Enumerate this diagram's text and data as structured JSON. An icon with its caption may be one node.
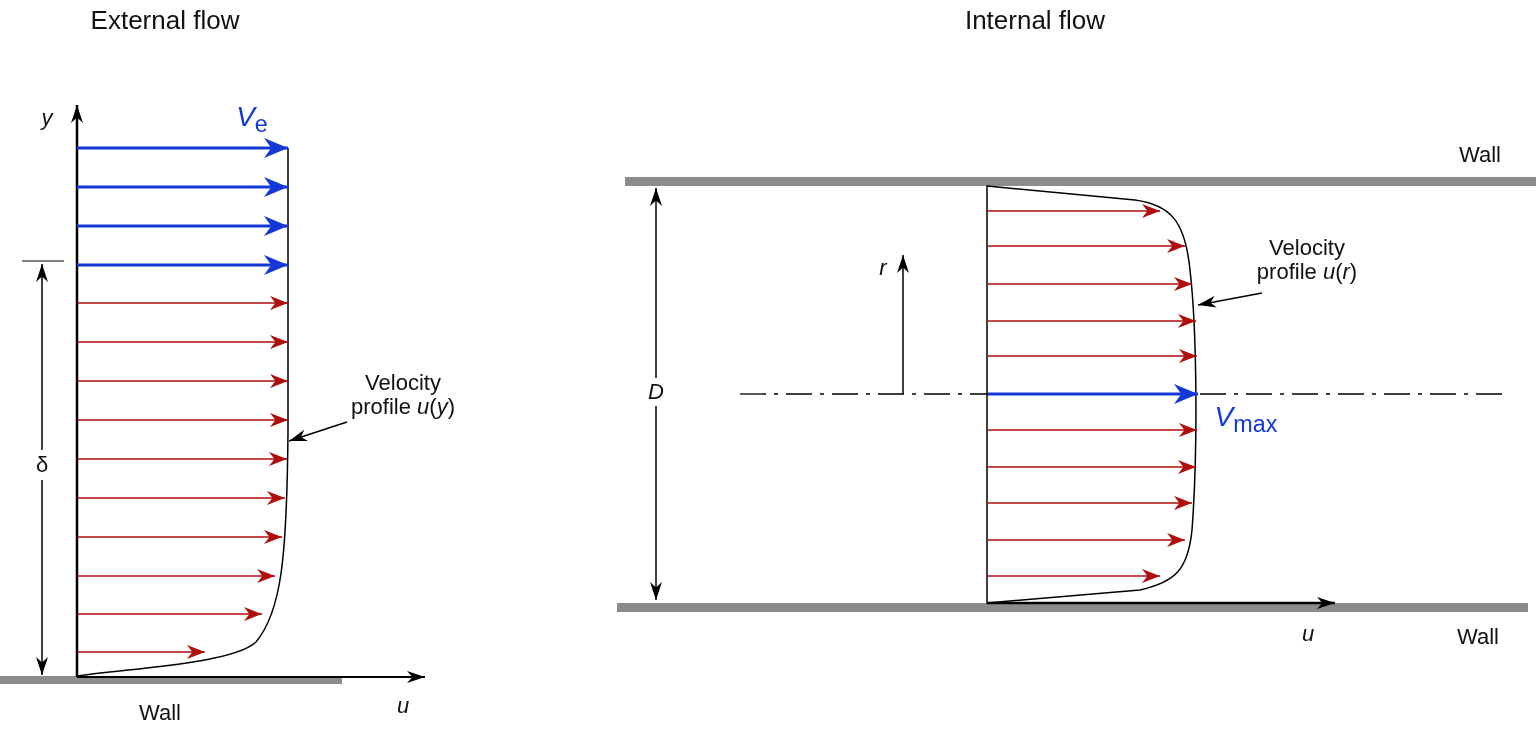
{
  "diagram": {
    "nodes": [
      {
        "text": [],
        "shape": "curve"
      },
      {
        "text": [
          "Velocity profile *u*(*y*)"
        ]
      },
      {
        "text": [],
        "shape": "curve"
      },
      {
        "text": [
          "Velocity profile *u*(*r*)"
        ]
      }
    ],
    "edges": [
      {
        "from": 1,
        "to": 0,
        "arrow": "to"
      },
      {
        "from": 3,
        "to": 2,
        "arrow": "to"
      }
    ],
    "labels": [
      "External flow",
      "Internal flow",
      "*y*",
      "*V*$_{e}$",
      "δ",
      "Wall",
      "*u*",
      "Wall",
      "*r*",
      "*D*",
      "*V*$_{max}$",
      "*u*",
      "Wall"
    ]
  }
}
